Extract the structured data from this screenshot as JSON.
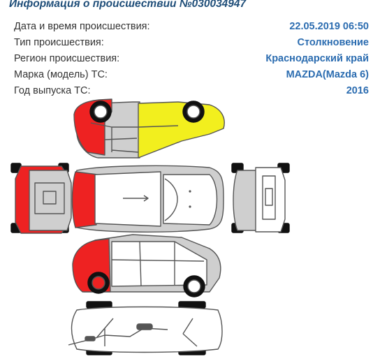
{
  "header": {
    "title": "Информация о происшествии №030034947"
  },
  "info": [
    {
      "label": "Дата и время происшествия:",
      "value": "22.05.2019 06:50"
    },
    {
      "label": "Тип происшествия:",
      "value": "Столкновение"
    },
    {
      "label": "Регион происшествия:",
      "value": "Краснодарский край"
    },
    {
      "label": "Марка (модель) ТС:",
      "value": "MAZDA(Mazda 6)"
    },
    {
      "label": "Год выпуска ТС:",
      "value": "2016"
    }
  ],
  "scheme": {
    "colors": {
      "damage_red": "#ee2222",
      "damage_yellow": "#f2ef1e",
      "body_gray": "#cfcfcf",
      "outline": "#555555",
      "tyre": "#111111"
    }
  }
}
